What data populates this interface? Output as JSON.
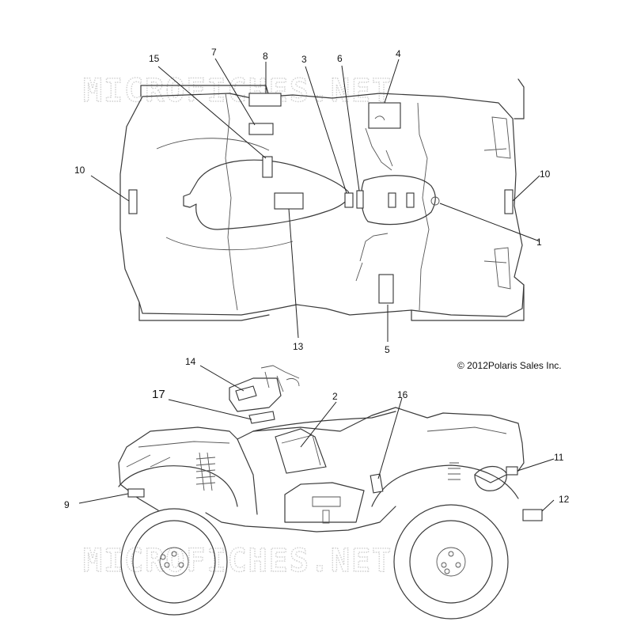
{
  "watermark": "MICROFICHES.NET",
  "copyright": "© 2012Polaris Sales Inc.",
  "callouts": {
    "c1": "1",
    "c2": "2",
    "c3": "3",
    "c4": "4",
    "c5": "5",
    "c6": "6",
    "c7": "7",
    "c8": "8",
    "c9": "9",
    "c10a": "10",
    "c10b": "10",
    "c11": "11",
    "c12": "12",
    "c13": "13",
    "c14": "14",
    "c15": "15",
    "c16": "16",
    "c17": "17"
  }
}
